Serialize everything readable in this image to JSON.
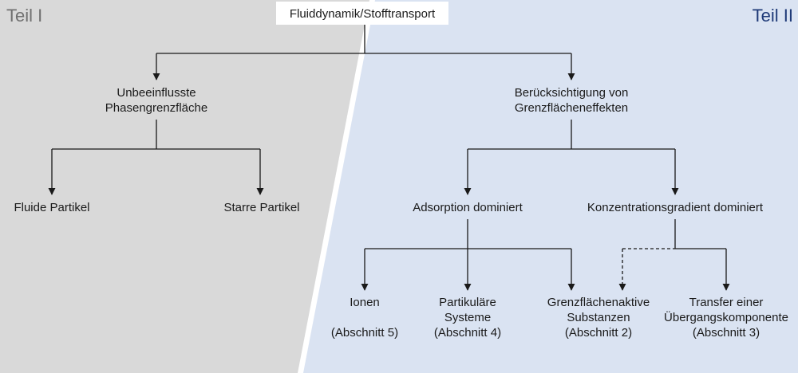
{
  "parts": {
    "left": "Teil I",
    "right": "Teil II"
  },
  "root": "Fluiddynamik/Stofftransport",
  "branch_left": {
    "line1": "Unbeeinflusste",
    "line2": "Phasengrenzfläche",
    "children": [
      "Fluide Partikel",
      "Starre Partikel"
    ]
  },
  "branch_right": {
    "line1": "Berücksichtigung von",
    "line2": "Grenzflächeneffekten",
    "adsorption": "Adsorption dominiert",
    "gradient": "Konzentrationsgradient dominiert"
  },
  "leaves": {
    "ionen": {
      "line1": "Ionen",
      "section": "(Abschnitt 5)"
    },
    "partikulaere": {
      "line1": "Partikuläre",
      "line2": "Systeme",
      "section": "(Abschnitt 4)"
    },
    "grenzflaechenaktive": {
      "line1": "Grenzflächenaktive",
      "line2": "Substanzen",
      "section": "(Abschnitt 2)"
    },
    "transfer": {
      "line1": "Transfer einer",
      "line2": "Übergangskomponente",
      "section": "(Abschnitt 3)"
    }
  },
  "colors": {
    "left_background": "#d9d9d9",
    "right_background": "#dae3f2",
    "teil1_text": "#707070",
    "teil2_text": "#1f3a78",
    "lines": "#1a1a1a"
  }
}
